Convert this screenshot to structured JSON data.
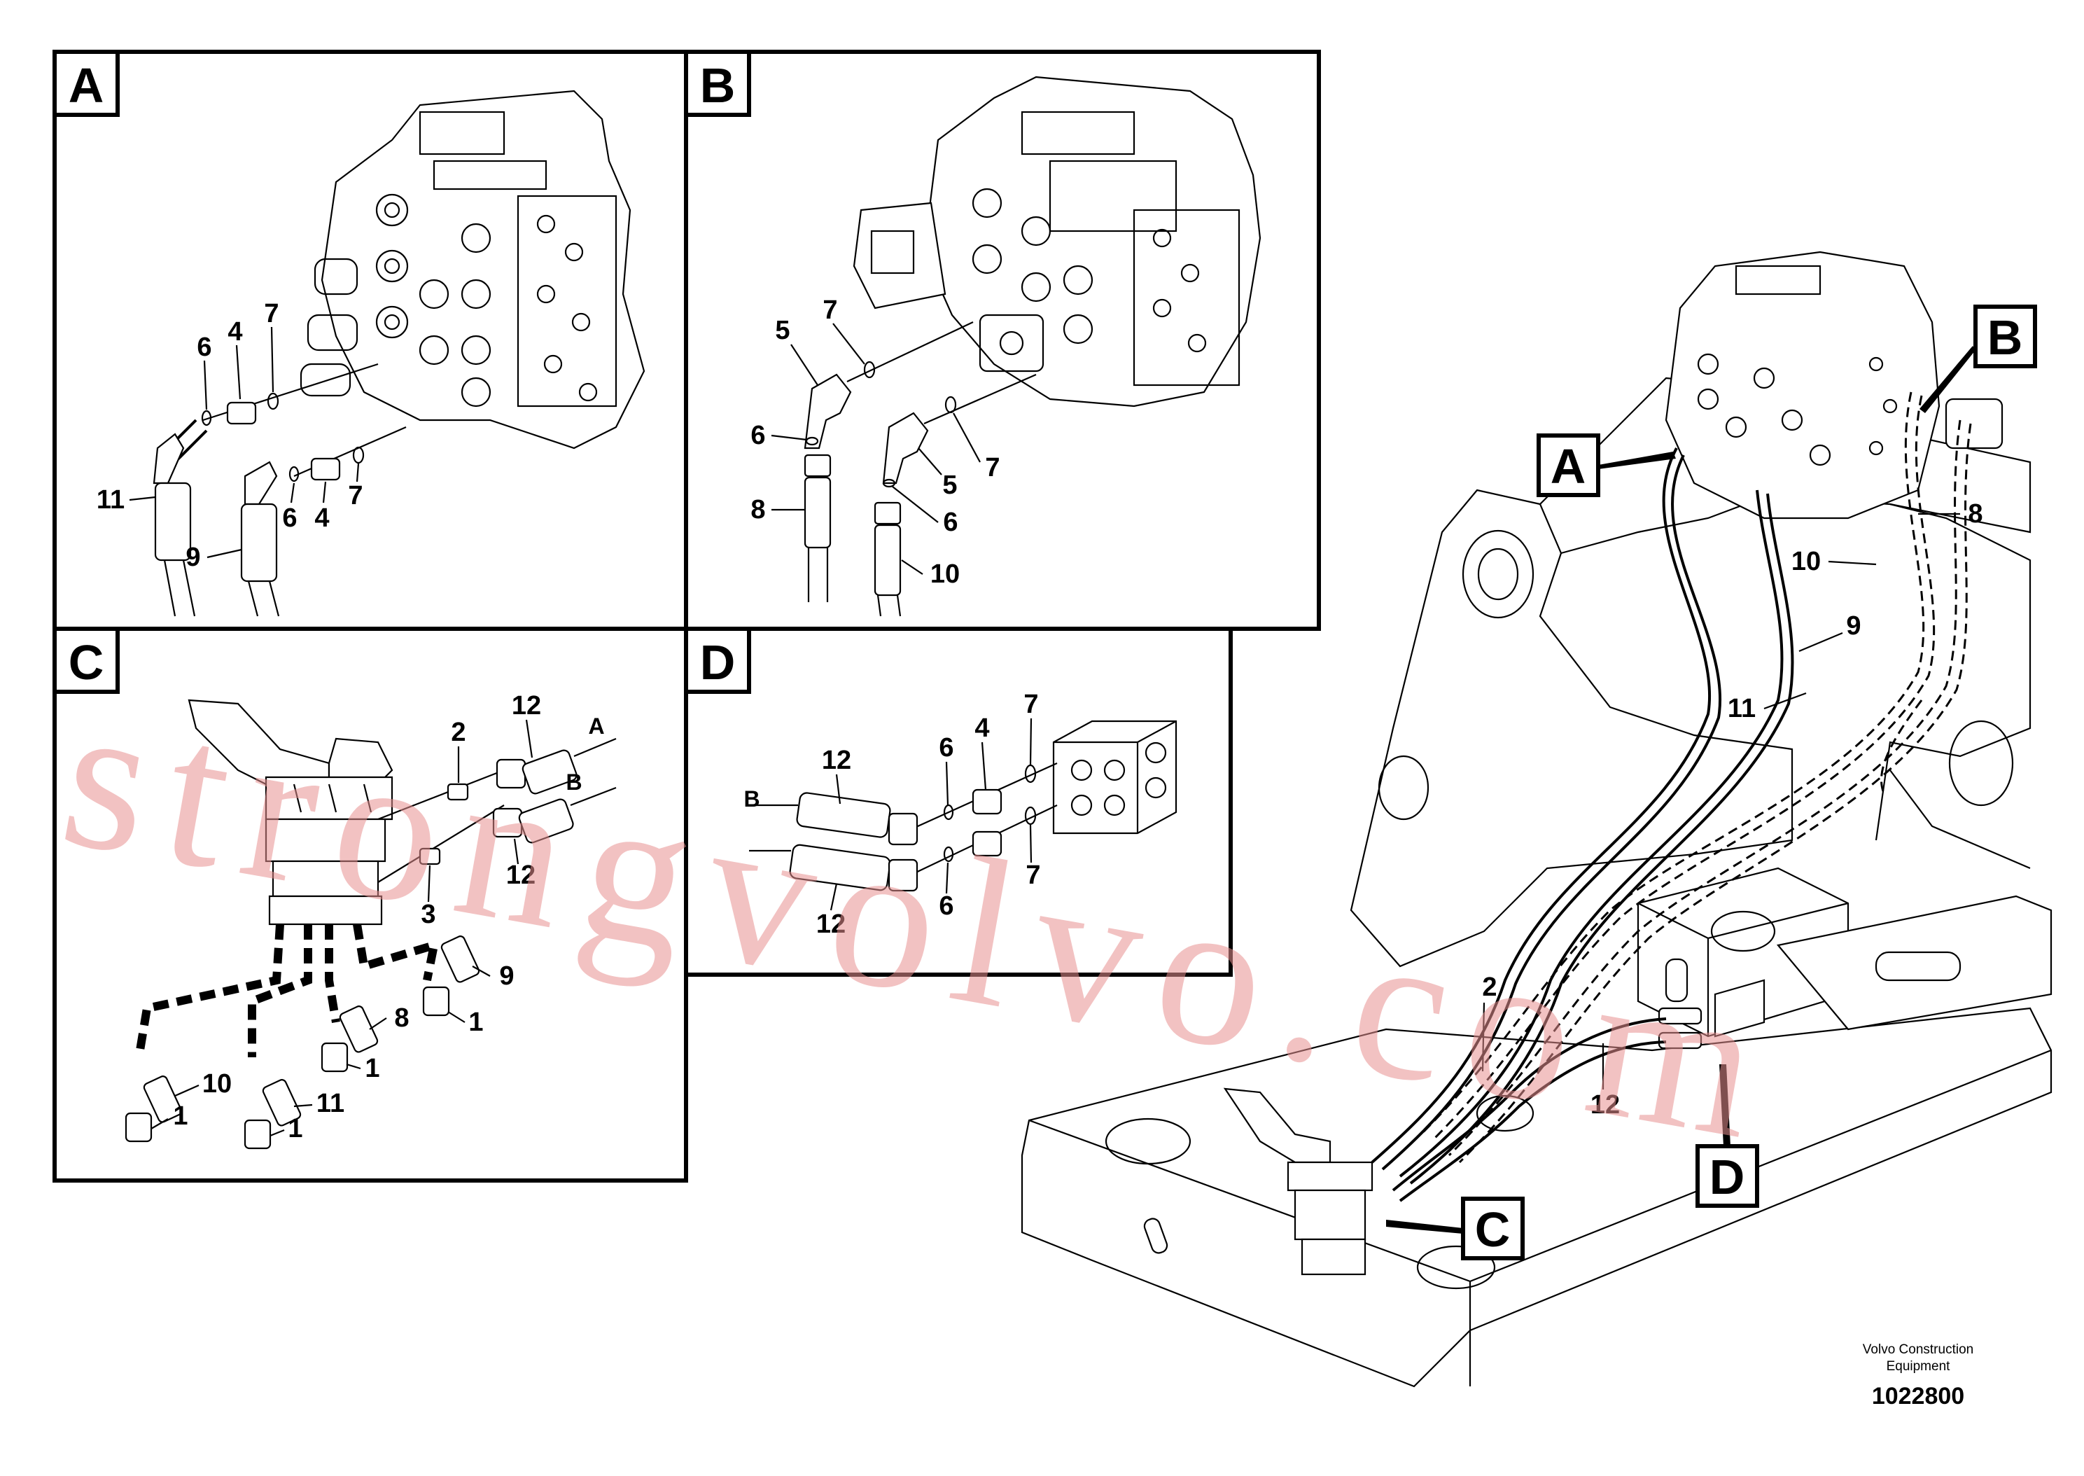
{
  "panels": {
    "A": {
      "letter": "A",
      "labels": {
        "l6a": "6",
        "l4a": "4",
        "l7a": "7",
        "l11": "11",
        "l9": "9",
        "l6b": "6",
        "l4b": "4",
        "l7b": "7"
      }
    },
    "B": {
      "letter": "B",
      "labels": {
        "l5a": "5",
        "l7a": "7",
        "l6a": "6",
        "l8": "8",
        "l7b": "7",
        "l5b": "5",
        "l6b": "6",
        "l10": "10"
      }
    },
    "C": {
      "letter": "C",
      "labels": {
        "l2": "2",
        "l12a": "12",
        "lA": "A",
        "lB": "B",
        "l12b": "12",
        "l3": "3",
        "l9": "9",
        "l1a": "1",
        "l8": "8",
        "l1b": "1",
        "l10": "10",
        "l11": "11",
        "l1c": "1",
        "l1d": "1"
      }
    },
    "D": {
      "letter": "D",
      "labels": {
        "l12a": "12",
        "l6a": "6",
        "l4": "4",
        "l7a": "7",
        "lB": "B",
        "l12b": "12",
        "l6b": "6",
        "l7b": "7"
      }
    }
  },
  "main": {
    "callouts": {
      "A": "A",
      "B": "B",
      "C": "C",
      "D": "D"
    },
    "labels": {
      "l8": "8",
      "l10": "10",
      "l9": "9",
      "l11": "11",
      "l2": "2",
      "l12": "12"
    }
  },
  "watermark": "strongvolvo.com",
  "credit": {
    "line1": "Volvo Construction",
    "line2": "Equipment"
  },
  "drawing_number": "1022800",
  "colors": {
    "ink": "#000000",
    "watermark": "#e89090",
    "paper": "#ffffff"
  }
}
